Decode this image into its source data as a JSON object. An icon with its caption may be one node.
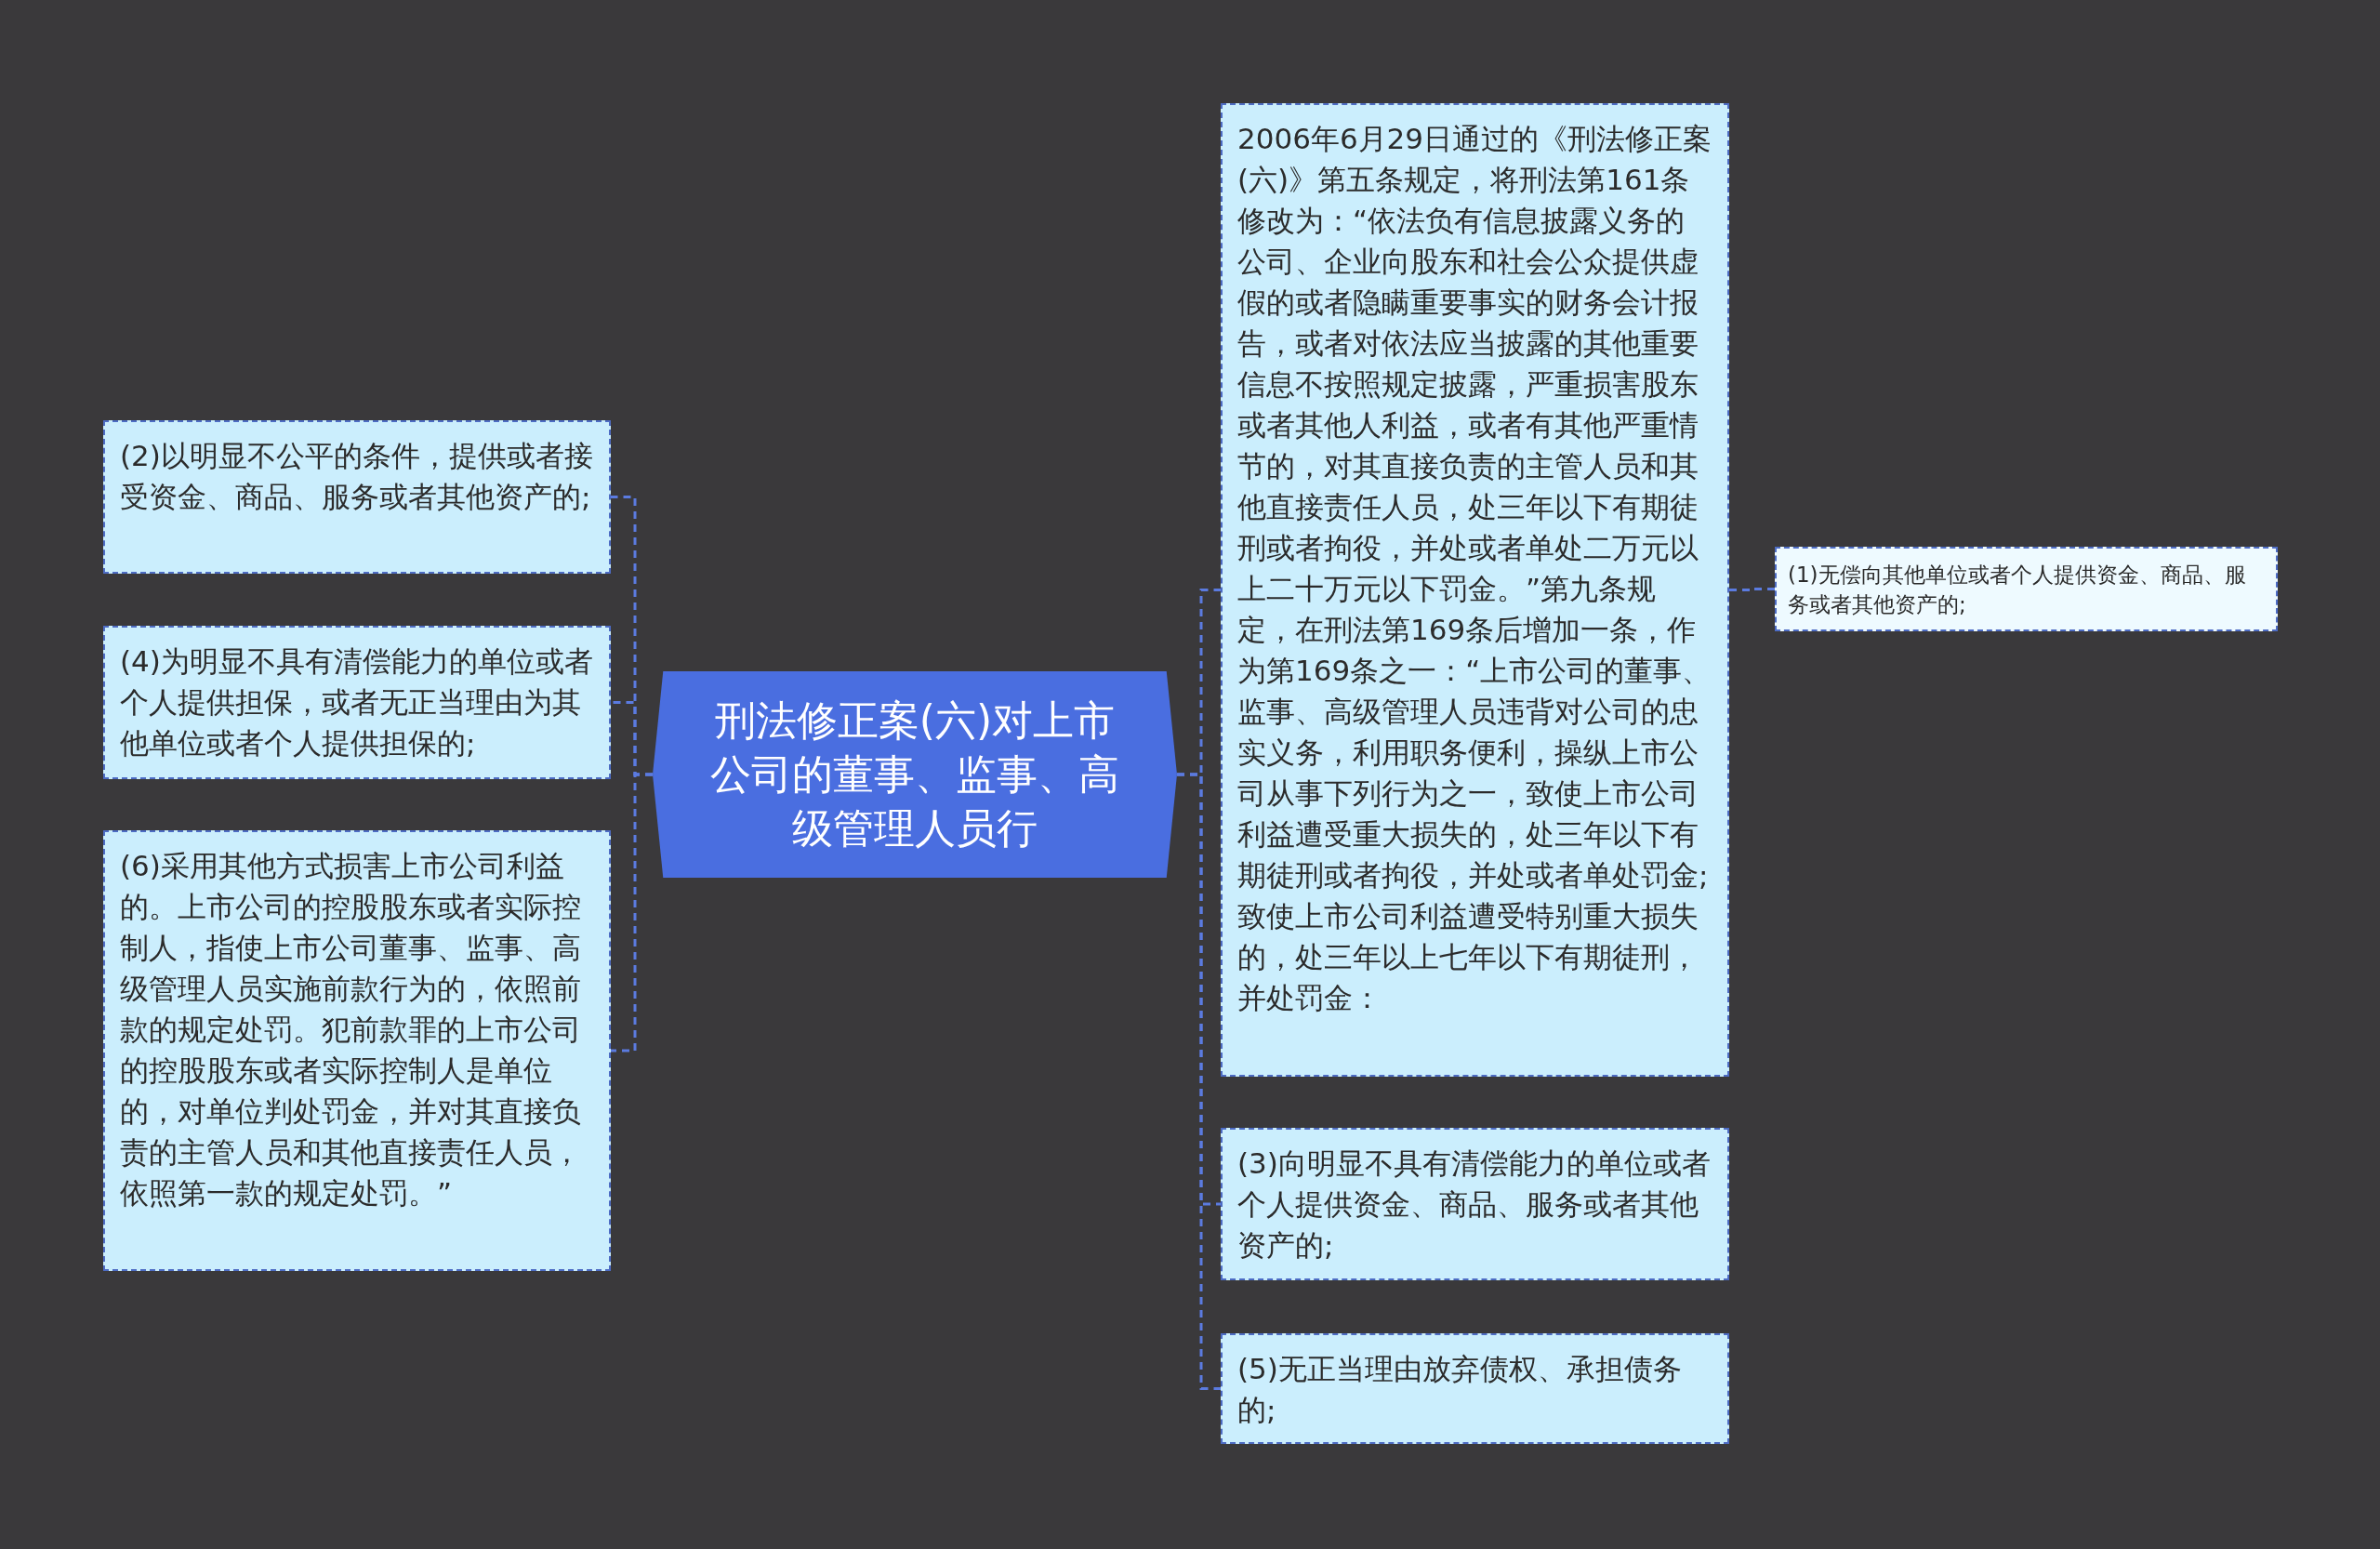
{
  "diagram": {
    "nodes": [
      {
        "text": [
          "刑法修正案(六)对上市公司的董事、监事、高级管理人员行"
        ]
      },
      {
        "text": [
          "(2)以明显不公平的条件，提供或者接受资金、商品、服务或者其他资产的;"
        ]
      },
      {
        "text": [
          "(4)为明显不具有清偿能力的单位或者个人提供担保，或者无正当理由为其他单位或者个人提供担保的;"
        ]
      },
      {
        "text": [
          "(6)采用其他方式损害上市公司利益的。上市公司的控股股东或者实际控制人，指使上市公司董事、监事、高级管理人员实施前款行为的，依照前款的规定处罚。犯前款罪的上市公司的控股股东或者实际控制人是单位的，对单位判处罚金，并对其直接负责的主管人员和其他直接责任人员，依照第一款的规定处罚。”"
        ]
      },
      {
        "text": [
          "2006年6月29日通过的《刑法修正案(六)》第五条规定，将刑法第161条修改为：“依法负有信息披露义务的公司、企业向股东和社会公众提供虚假的或者隐瞒重要事实的财务会计报告，或者对依法应当披露的其他重要信息不按照规定披露，严重损害股东或者其他人利益，或者有其他严重情节的，对其直接负责的主管人员和其他直接责任人员，处三年以下有期徒刑或者拘役，并处或者单处二万元以上二十万元以下罚金。”第九条规定，在刑法第169条后增加一条，作为第169条之一：“上市公司的董事、监事、高级管理人员违背对公司的忠实义务，利用职务便利，操纵上市公司从事下列行为之一，致使上市公司利益遭受重大损失的，处三年以下有期徒刑或者拘役，并处或者单处罚金;致使上市公司利益遭受特别重大损失的，处三年以上七年以下有期徒刑，并处罚金："
        ]
      },
      {
        "text": [
          "(3)向明显不具有清偿能力的单位或者个人提供资金、商品、服务或者其他资产的;"
        ]
      },
      {
        "text": [
          "(5)无正当理由放弃债权、承担债务的;"
        ]
      },
      {
        "text": [
          "(1)无偿向其他单位或者个人提供资金、商品、服务或者其他资产的;"
        ]
      }
    ],
    "edges": [
      {
        "from": 0,
        "to": 1,
        "arrow": "none"
      },
      {
        "from": 0,
        "to": 2,
        "arrow": "none"
      },
      {
        "from": 0,
        "to": 3,
        "arrow": "none"
      },
      {
        "from": 0,
        "to": 4,
        "arrow": "none"
      },
      {
        "from": 0,
        "to": 5,
        "arrow": "none"
      },
      {
        "from": 0,
        "to": 6,
        "arrow": "none"
      },
      {
        "from": 4,
        "to": 7,
        "arrow": "none"
      }
    ]
  }
}
